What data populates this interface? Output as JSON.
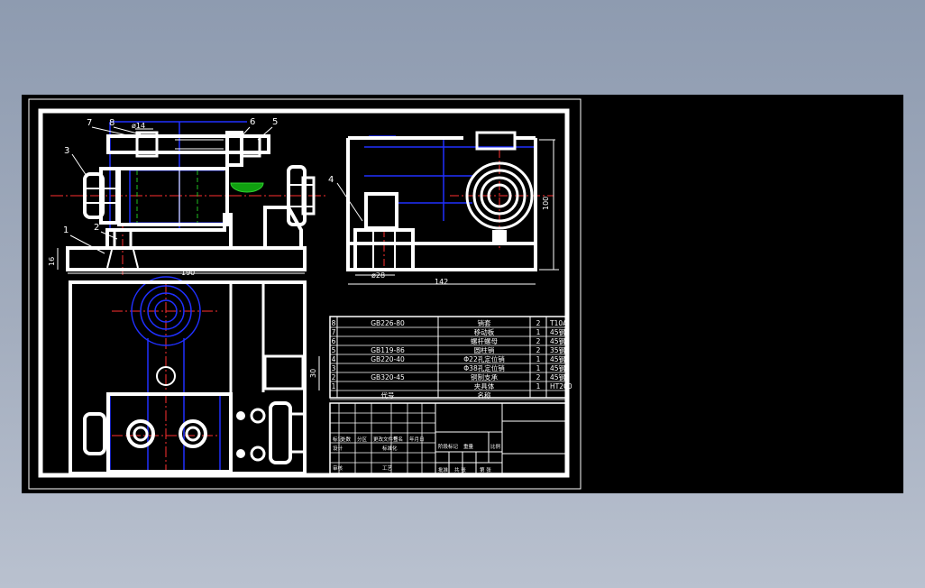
{
  "callouts": [
    "1",
    "2",
    "3",
    "4",
    "5",
    "6",
    "7",
    "8"
  ],
  "dimensions": {
    "d16": "16",
    "d190": "190",
    "d142": "142",
    "d100": "100",
    "d30": "30",
    "d28": "28",
    "phi14": "ø14",
    "phi28": "ø28"
  },
  "bom": {
    "rows": [
      {
        "no": "8",
        "std": "GB226-80",
        "name": "销套",
        "qty": "2",
        "mat": "T10A"
      },
      {
        "no": "7",
        "std": "",
        "name": "移动板",
        "qty": "1",
        "mat": "45钢"
      },
      {
        "no": "6",
        "std": "",
        "name": "螺杆螺母",
        "qty": "2",
        "mat": "45钢"
      },
      {
        "no": "5",
        "std": "GB119-86",
        "name": "圆柱销",
        "qty": "2",
        "mat": "35钢"
      },
      {
        "no": "4",
        "std": "GB220-40",
        "name": "Φ22孔定位销",
        "qty": "1",
        "mat": "45钢"
      },
      {
        "no": "3",
        "std": "",
        "name": "Φ38孔定位销",
        "qty": "1",
        "mat": "45钢"
      },
      {
        "no": "2",
        "std": "GB320-45",
        "name": "铜制支承",
        "qty": "2",
        "mat": "45钢"
      },
      {
        "no": "1",
        "std": "",
        "name": "夹具体",
        "qty": "1",
        "mat": "HT200"
      }
    ],
    "header": {
      "no": "",
      "std": "代号",
      "name": "名称",
      "qty": "",
      "mat": ""
    }
  },
  "title_block": {
    "labels": [
      "标记",
      "处数",
      "分区",
      "更改文件号",
      "签名",
      "年月日",
      "设计",
      "标准化",
      "阶段标记",
      "重量",
      "比例",
      "审核",
      "工艺",
      "批准",
      "共 张",
      "第 张"
    ]
  }
}
